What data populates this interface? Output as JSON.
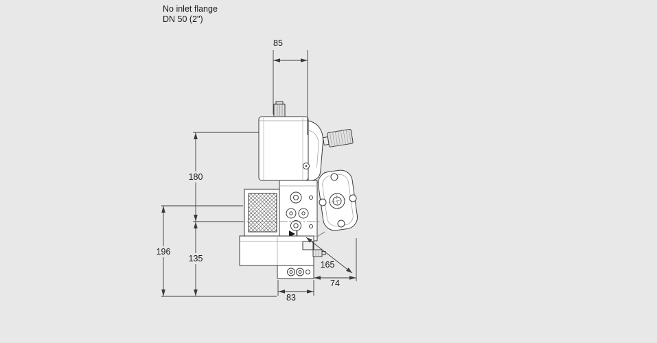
{
  "note": {
    "line1": "No inlet flange",
    "line2": "DN 50 (2\")"
  },
  "dimensions_mm": {
    "top_width": "85",
    "height_upper": "180",
    "height_total": "196",
    "height_lower": "135",
    "axis_to_flange": "165",
    "flange_depth": "74",
    "body_width": "83"
  },
  "colors": {
    "background": "#e8e8e8",
    "line": "#3a3a3a",
    "fill": "#ffffff",
    "text": "#1a1a1a"
  }
}
